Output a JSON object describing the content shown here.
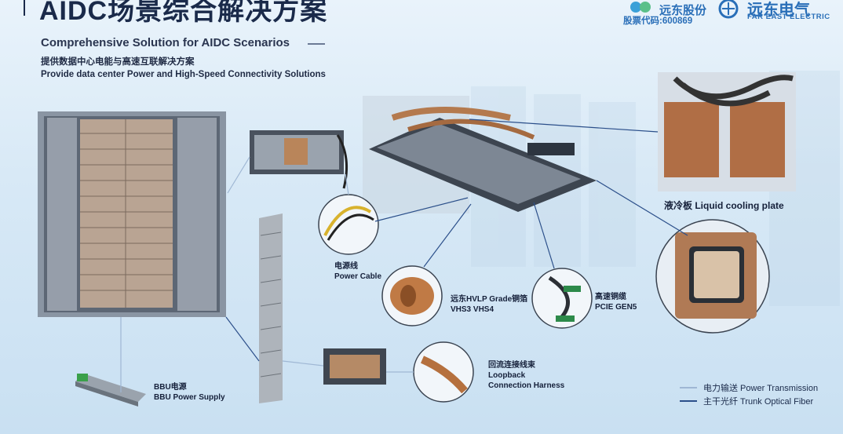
{
  "header": {
    "title": "AIDC场景综合解决方案",
    "subtitle_en": "Comprehensive Solution for AIDC Scenarios",
    "subtitle_cn": "提供数据中心电能与高速互联解决方案",
    "subtitle_en2": "Provide data center Power and High-Speed Connectivity Solutions"
  },
  "logos": {
    "company1_name": "远东股份",
    "stock_code": "股票代码:600869",
    "company2_name": "远东电气",
    "company2_en": "FAR EAST ELECTRIC"
  },
  "callouts": {
    "power_cable_cn": "电源线",
    "power_cable_en": "Power Cable",
    "hvlp_cn": "远东HVLP Grade铜箔",
    "hvlp_en": "VHS3 VHS4",
    "high_speed_cn": "高速铜缆",
    "high_speed_en": "PCIE GEN5",
    "loopback_cn": "回流连接线束",
    "loopback_en1": "Loopback",
    "loopback_en2": "Connection Harness",
    "bbu_cn": "BBU电源",
    "bbu_en": "BBU Power Supply",
    "cooling_plate": "液冷板 Liquid cooling plate"
  },
  "legend": {
    "power": "电力输送 Power Transmission",
    "fiber": "主干光纤 Trunk Optical Fiber"
  },
  "colors": {
    "power_line": "#9fb7d4",
    "fiber_line": "#2b4f8a",
    "brand_blue": "#2a6fb8"
  }
}
